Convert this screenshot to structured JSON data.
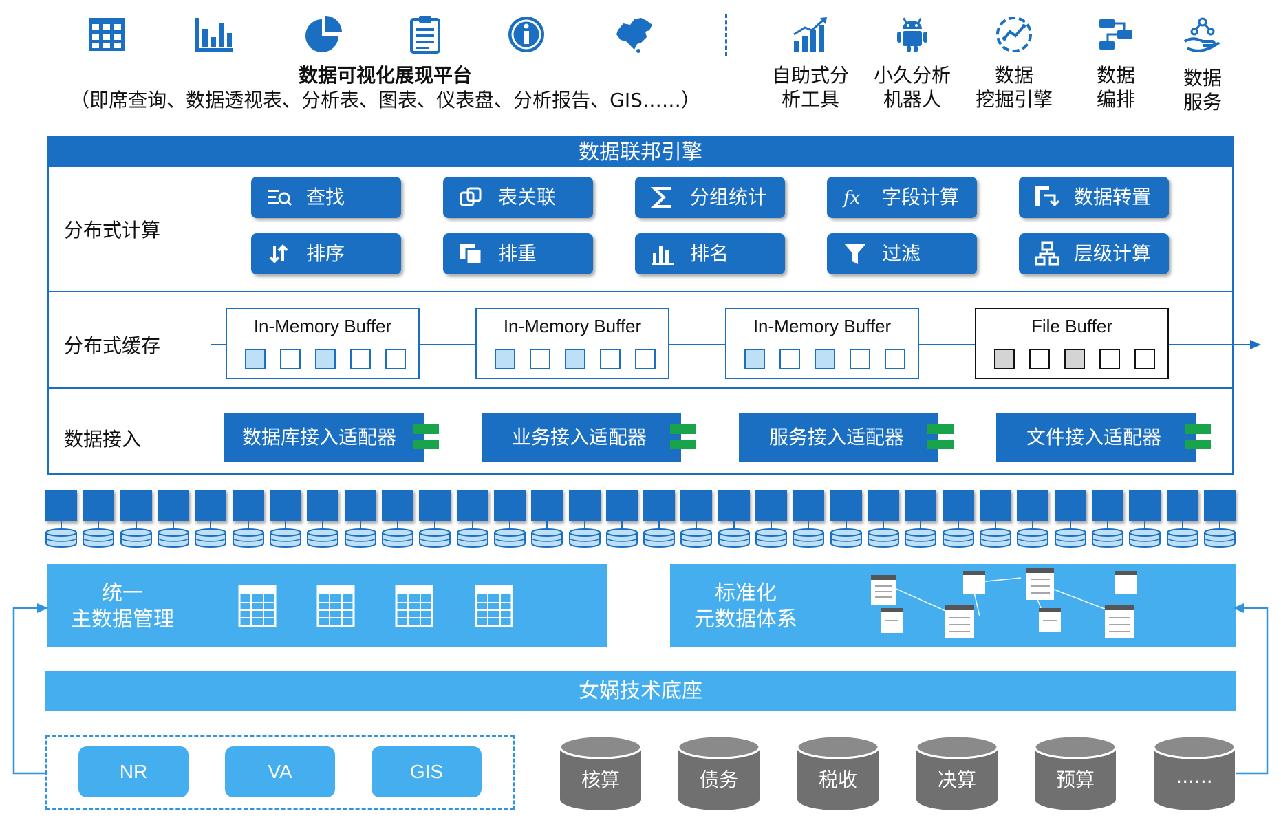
{
  "top": {
    "vis_title": "数据可视化展现平台",
    "vis_subtitle": "（即席查询、数据透视表、分析表、图表、仪表盘、分析报告、GIS……）",
    "left_icons": [
      "table-icon",
      "bar-chart-icon",
      "pie-chart-icon",
      "clipboard-icon",
      "info-icon",
      "china-map-icon"
    ],
    "right_tools": [
      {
        "icon": "growth-chart-icon",
        "lines": [
          "自助式分",
          "析工具"
        ]
      },
      {
        "icon": "android-robot-icon",
        "lines": [
          "小久分析",
          "机器人"
        ]
      },
      {
        "icon": "mining-engine-icon",
        "lines": [
          "数据",
          "挖掘引擎"
        ]
      },
      {
        "icon": "flow-arrange-icon",
        "lines": [
          "数据",
          "编排"
        ]
      },
      {
        "icon": "hand-service-icon",
        "lines": [
          "数据",
          "服务"
        ]
      }
    ]
  },
  "engine": {
    "title": "数据联邦引擎",
    "compute_label": "分布式计算",
    "ops_row1": [
      {
        "label": "查找",
        "icon": "search-list-icon"
      },
      {
        "label": "表关联",
        "icon": "table-join-icon"
      },
      {
        "label": "分组统计",
        "icon": "sigma-icon"
      },
      {
        "label": "字段计算",
        "icon": "fx-icon"
      },
      {
        "label": "数据转置",
        "icon": "transpose-icon"
      }
    ],
    "ops_row2": [
      {
        "label": "排序",
        "icon": "sort-icon"
      },
      {
        "label": "排重",
        "icon": "dedupe-icon"
      },
      {
        "label": "排名",
        "icon": "ranking-icon"
      },
      {
        "label": "过滤",
        "icon": "filter-icon"
      },
      {
        "label": "层级计算",
        "icon": "hierarchy-icon"
      }
    ],
    "cache_label": "分布式缓存",
    "buffers": [
      {
        "title": "In-Memory Buffer",
        "cells": [
          1,
          0,
          1,
          0,
          0
        ],
        "kind": "memory"
      },
      {
        "title": "In-Memory Buffer",
        "cells": [
          1,
          0,
          1,
          0,
          0
        ],
        "kind": "memory"
      },
      {
        "title": "In-Memory Buffer",
        "cells": [
          1,
          0,
          1,
          0,
          0
        ],
        "kind": "memory"
      },
      {
        "title": "File Buffer",
        "cells": [
          1,
          0,
          1,
          0,
          0
        ],
        "kind": "file"
      }
    ],
    "ingest_label": "数据接入",
    "adapters": [
      "数据库接入适配器",
      "业务接入适配器",
      "服务接入适配器",
      "文件接入适配器"
    ]
  },
  "server_count": 32,
  "unified": {
    "master_title": [
      "统一",
      "主数据管理"
    ],
    "meta_title": [
      "标准化",
      "元数据体系"
    ]
  },
  "base_title": "女娲技术底座",
  "sources": {
    "pills": [
      "NR",
      "VA",
      "GIS"
    ],
    "databases": [
      "核算",
      "债务",
      "税收",
      "决算",
      "预算",
      "......"
    ]
  },
  "colors": {
    "primary": "#1a6fc2",
    "light": "#44aeef",
    "cell_fill": "#bde0f6",
    "plug": "#19a34b",
    "db_gray": "#707070"
  }
}
